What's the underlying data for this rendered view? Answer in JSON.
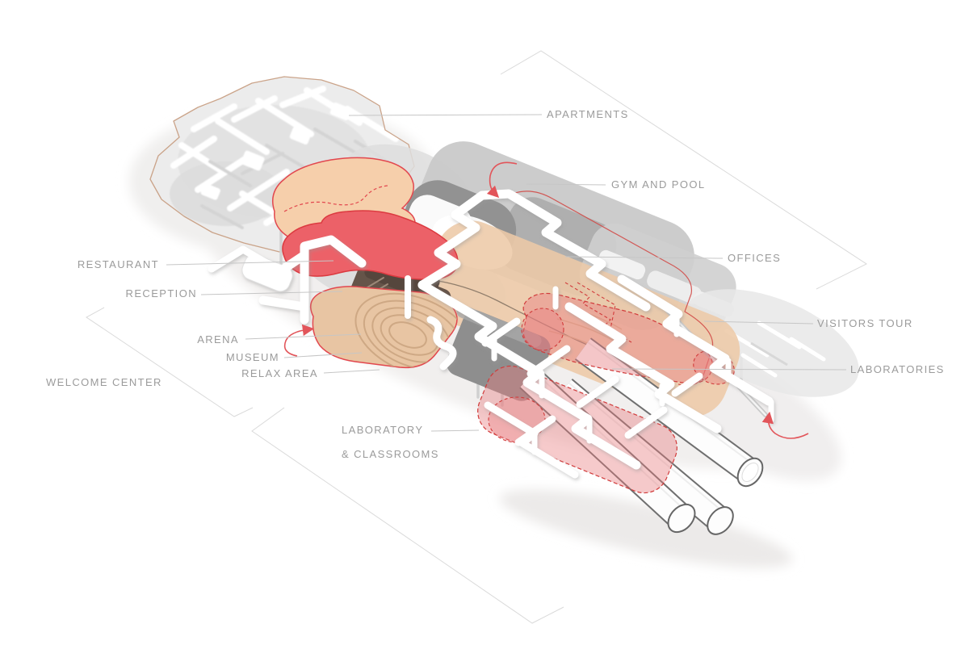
{
  "diagram_title": "Building program axonometric diagram",
  "colors": {
    "label": "#9b9b9b",
    "leader": "#c6c6c6",
    "boundary": "#dadada",
    "accent_red": "#e2474e",
    "fill_red": "#ec6168",
    "fill_peach": "#f6cfab",
    "fill_tan": "#edcaa7",
    "fill_pink": "#e87a7e",
    "structure_grey": "#c9c9c9",
    "dark_grey": "#8e8e8e",
    "brown": "#655449",
    "outline_tan": "#c59a7d"
  },
  "labels": {
    "apartments": "APARTMENTS",
    "gym_and_pool": "GYM AND POOL",
    "offices": "OFFICES",
    "visitors_tour": "VISITORS TOUR",
    "laboratories": "LABORATORIES",
    "restaurant": "RESTAURANT",
    "reception": "RECEPTION",
    "arena": "ARENA",
    "museum": "MUSEUM",
    "relax_area": "RELAX AREA",
    "welcome_center": "WELCOME CENTER",
    "laboratory_line1": "LABORATORY",
    "laboratory_line2": "& CLASSROOMS"
  }
}
